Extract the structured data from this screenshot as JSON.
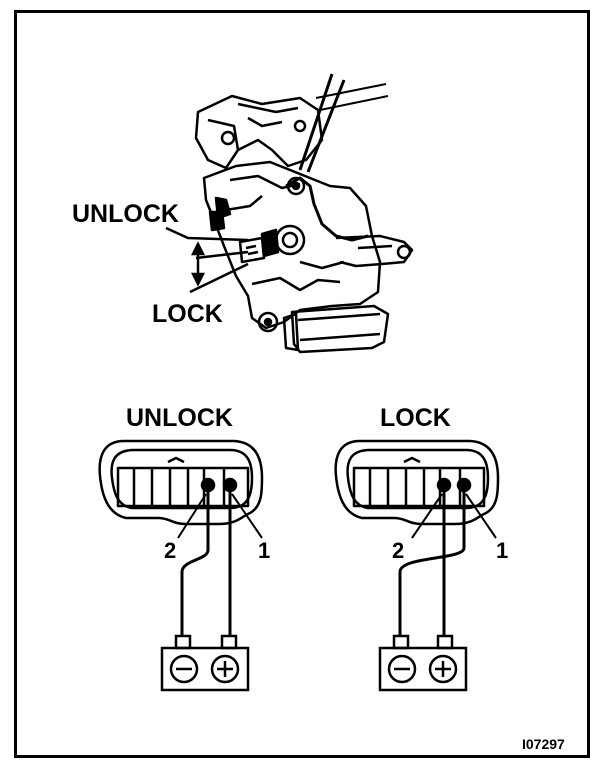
{
  "labels": {
    "top_unlock": "UNLOCK",
    "top_lock": "LOCK",
    "left_title": "UNLOCK",
    "right_title": "LOCK",
    "left_term_2": "2",
    "left_term_1": "1",
    "right_term_2": "2",
    "right_term_1": "1",
    "figure_code": "I07297"
  },
  "battery": {
    "negative_symbol": "⊖",
    "positive_symbol": "⊕"
  },
  "colors": {
    "ink": "#000000",
    "paper": "#ffffff"
  }
}
